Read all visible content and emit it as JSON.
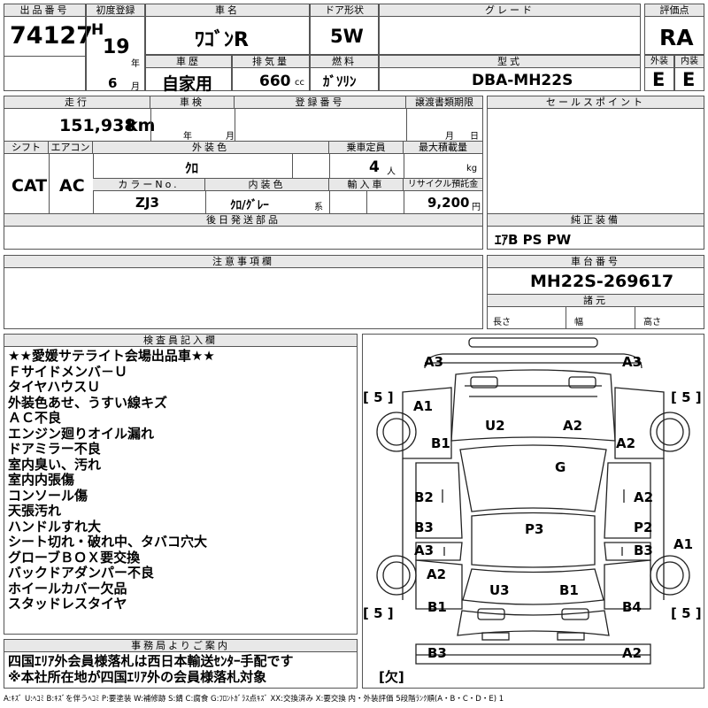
{
  "header": {
    "lot_label": "出品番号",
    "lot": "74127",
    "first_reg_label": "初度登録",
    "era": "H",
    "year": "19",
    "year_unit": "年",
    "month": "6",
    "month_unit": "月",
    "name_label": "車名",
    "name": "ﾜｺﾞﾝR",
    "door_label": "ドア形状",
    "door": "5W",
    "grade_label": "グレード",
    "grade": "",
    "score_label": "評価点",
    "score": "RA",
    "history_label": "車歴",
    "history": "自家用",
    "displacement_label": "排気量",
    "displacement": "660",
    "displacement_unit": "cc",
    "fuel_label": "燃料",
    "fuel": "ｶﾞｿﾘﾝ",
    "model_label": "型式",
    "model": "DBA-MH22S",
    "ext_label": "外装",
    "ext": "E",
    "int_label": "内装",
    "int": "E"
  },
  "row2": {
    "mileage_label": "走行",
    "mileage": "151,938",
    "mileage_unit": "km",
    "inspection_label": "車検",
    "year_unit": "年",
    "month_unit": "月",
    "reg_label": "登録番号",
    "transfer_label": "譲渡書類期限",
    "day_unit": "日",
    "sales_label": "セールスポイント",
    "shift_label": "シフト",
    "shift": "CAT",
    "ac_label": "エアコン",
    "ac": "AC",
    "exterior_color_label": "外装色",
    "exterior_color": "ｸﾛ",
    "capacity_label": "乗車定員",
    "capacity": "4",
    "capacity_unit": "人",
    "load_label": "最大積載量",
    "load_unit": "kg",
    "color_no_label": "カラーNo.",
    "color_no": "ZJ3",
    "interior_color_label": "内装色",
    "interior_color": "ｸﾛ/ｸﾞﾚｰ",
    "interior_suffix": "系",
    "import_label": "輸入車",
    "recycle_label": "リサイクル預託金",
    "recycle": "9,200",
    "recycle_unit": "円",
    "later_label": "後日発送部品",
    "equipment_label": "純正装備",
    "equipment": "ｴｱB PS PW"
  },
  "notes_section": {
    "caution_label": "注意事項欄",
    "chassis_label": "車台番号",
    "chassis": "MH22S-269617",
    "specs_label": "諸元",
    "length_label": "長さ",
    "width_label": "幅",
    "height_label": "高さ"
  },
  "inspector": {
    "label": "検査員記入欄",
    "lines": [
      "★★愛媛サテライト会場出品車★★",
      "Ｆサイドメンバ－Ｕ",
      "タイヤハウスＵ",
      "外装色あせ、うすい線キズ",
      "ＡＣ不良",
      "エンジン廻りオイル漏れ",
      "ドアミラー不良",
      "室内臭い、汚れ",
      "室内内張傷",
      "コンソール傷",
      "天張汚れ",
      "ハンドルすれ大",
      "シート切れ・破れ中、タバコ穴大",
      "グローブＢＯＸ要交換",
      "バックドアダンパー不良",
      "ホイールカバー欠品",
      "スタッドレスタイヤ"
    ]
  },
  "office": {
    "label": "事務局よりご案内",
    "lines": [
      "四国ｴﾘｱ外会員様落札は西日本輸送ｾﾝﾀｰ手配です",
      "※本社所在地が四国ｴﾘｱ外の会員様落札対象"
    ]
  },
  "diagram": {
    "marks": {
      "a3_tl": "A3",
      "a3_tr": "A3",
      "t5_l": "[ 5 ]",
      "t5_r": "[ 5 ]",
      "a1_l": "A1",
      "u2": "U2",
      "a2_hood": "A2",
      "b1_l": "B1",
      "a2_r": "A2",
      "g": "G",
      "b2_l": "B2",
      "a2_rd": "A2",
      "b3_l": "B3",
      "p3": "P3",
      "p2": "P2",
      "a3_l": "A3",
      "b3_r": "B3",
      "a1_r": "A1",
      "a2_l2": "A2",
      "u3": "U3",
      "b1_rr": "B1",
      "b1_lr": "B1",
      "b4": "B4",
      "b5_l": "[ 5 ]",
      "b5_r": "[ 5 ]",
      "b3_bl": "B3",
      "a2_br": "A2",
      "missing": "[欠]"
    }
  },
  "legend": "A:ｷｽﾞ U:ﾍｺﾐ B:ｷｽﾞを伴うﾍｺﾐ P:要塗装 W:補修跡 S:錆 C:腐食 G:ﾌﾛﾝﾄｶﾞﾗｽ点ｷｽﾞ XX:交換済み X:要交換 内・外装評価 5段階ﾗﾝｸ順(A・B・C・D・E) 1"
}
